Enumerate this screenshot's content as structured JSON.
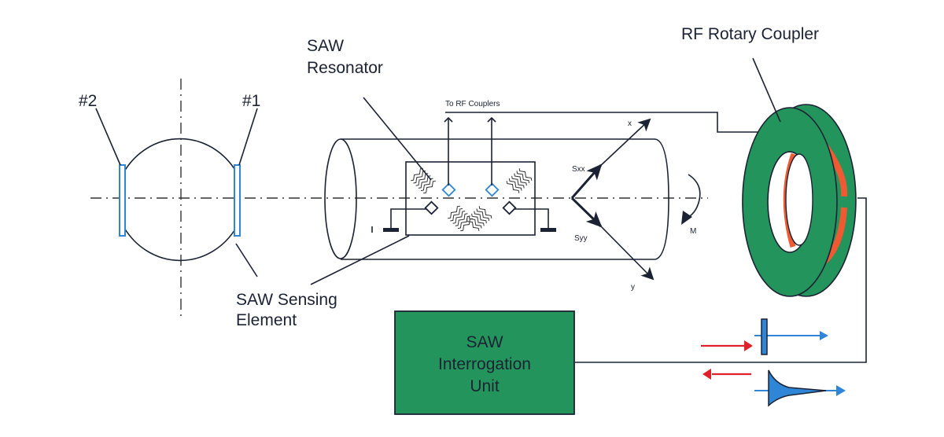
{
  "labels": {
    "sensor_2": "#2",
    "sensor_1": "#1",
    "saw_resonator_line1": "SAW",
    "saw_resonator_line2": "Resonator",
    "to_rf_couplers": "To RF Couplers",
    "rf_rotary_coupler": "RF Rotary Coupler",
    "saw_sensing_element_line1": "SAW Sensing",
    "saw_sensing_element_line2": "Element",
    "axis_x": "x",
    "axis_y": "y",
    "stress_sxx": "Sxx",
    "stress_syy": "Syy",
    "moment": "M"
  },
  "interrogation_unit": {
    "line1": "SAW",
    "line2": "Interrogation",
    "line3": "Unit"
  },
  "colors": {
    "coupler_green": "#23955c",
    "coupler_orange": "#ef5a32",
    "sensor_blue": "#2f86d6",
    "signal_red": "#e0202a",
    "signal_blue": "#2f86d6",
    "line_dark": "#1b2233"
  }
}
